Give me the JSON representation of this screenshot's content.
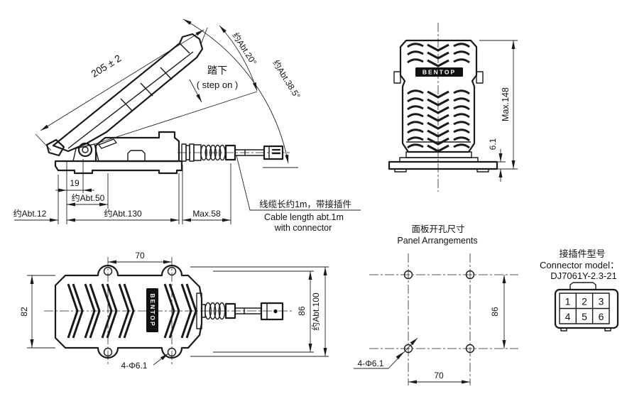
{
  "colors": {
    "background": "#ffffff",
    "line": "#1a1a1a"
  },
  "side_view": {
    "dim_pedal_length": "205 ± 2",
    "angle_step": "约Abt.20°",
    "angle_full": "约Abt.38.5°",
    "step_label_cn": "踏下",
    "step_label_en": "( step on )",
    "dim_19": "19",
    "dim_50": "约Abt.50",
    "dim_12": "约Abt.12",
    "dim_130": "约Abt.130",
    "dim_58": "Max.58"
  },
  "cable_note": {
    "line1": "线缆长约1m，带接插件",
    "line2": "Cable length abt.1m",
    "line3": "with connector"
  },
  "front_view": {
    "brand": "BENTOP",
    "dim_height": "Max.148",
    "dim_base_thickness": "6.1"
  },
  "top_view": {
    "brand": "BENTOP",
    "dim_hole_span_h": "70",
    "dim_body_width": "82",
    "dim_hole_span_v": "86",
    "dim_overall": "约Abt.100",
    "dim_holes": "4-Φ6.1"
  },
  "panel": {
    "title_cn": "面板开孔尺寸",
    "title_en": "Panel Arrangements",
    "dim_vertical": "86",
    "dim_horizontal": "70",
    "dim_holes": "4-Φ6.1"
  },
  "connector": {
    "title_cn": "接插件型号",
    "title_en": "Connector model：",
    "model": "DJ7061Y-2.3-21",
    "pins": [
      "1",
      "2",
      "3",
      "4",
      "5",
      "6"
    ]
  }
}
